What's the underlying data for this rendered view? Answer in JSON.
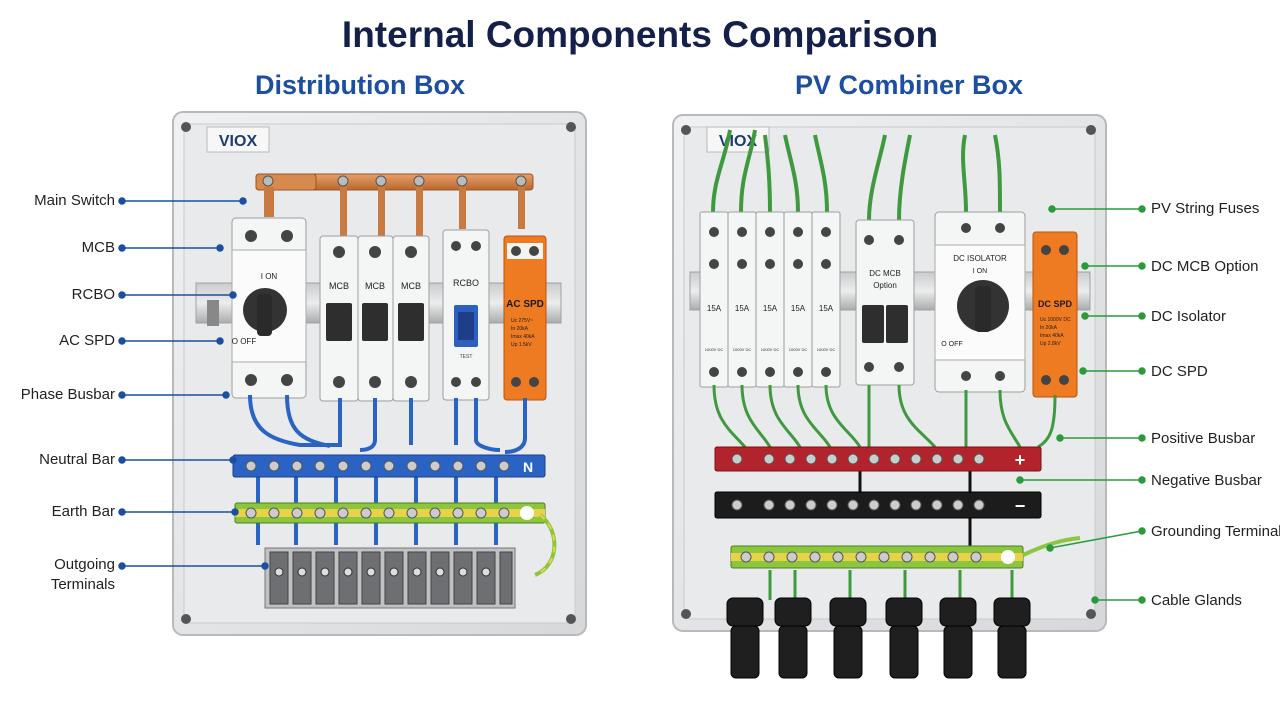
{
  "title": "Internal Components Comparison",
  "left_panel": {
    "heading": "Distribution Box",
    "brand": "VIOX",
    "labels": [
      "Main Switch",
      "MCB",
      "RCBO",
      "AC SPD",
      "Phase Busbar",
      "Neutral Bar",
      "Earth Bar",
      "Outgoing",
      "Terminals"
    ],
    "main_switch": {
      "on": "I ON",
      "off": "O OFF"
    },
    "mcb_labels": [
      "MCB",
      "MCB",
      "MCB"
    ],
    "rcbo": {
      "label": "RCBO",
      "test": "TEST"
    },
    "spd": {
      "title": "AC SPD",
      "specs": [
        "Uc  275V~",
        "In   20kA",
        "Imax 40kA",
        "Up   1.5kV"
      ]
    },
    "neutral_mark": "N"
  },
  "right_panel": {
    "heading": "PV Combiner Box",
    "brand": "VIOX",
    "labels": [
      "PV String Fuses",
      "DC MCB Option",
      "DC Isolator",
      "DC SPD",
      "Positive Busbar",
      "Negative Busbar",
      "Grounding Terminal",
      "Cable Glands"
    ],
    "fuse_rating": "15A",
    "fuse_voltage": "1000V DC",
    "fuse_count": 5,
    "dc_mcb": {
      "line1": "DC MCB",
      "line2": "Option"
    },
    "isolator": {
      "title": "DC ISOLATOR",
      "on": "I ON",
      "off": "O OFF"
    },
    "spd": {
      "title": "DC SPD",
      "specs": [
        "Uc  1000V DC",
        "In   20kA",
        "Imax 40kA",
        "Up   2.8kV"
      ]
    },
    "plus_mark": "+",
    "minus_mark": "−",
    "gland_count": 6
  },
  "colors": {
    "title": "#14204a",
    "heading": "#1c4fa0",
    "left_leader": "#1c4fa0",
    "right_leader": "#2a9a3a",
    "enclosure": "#e4e6e8",
    "copper": "#cc7a3e",
    "blue_wire": "#2a63c4",
    "green_wire": "#3f9a3f",
    "spd_orange": "#ee7a22",
    "red_bar": "#b3232b",
    "black_bar": "#1c1c1c",
    "yg_bar": "#8cc63f"
  }
}
